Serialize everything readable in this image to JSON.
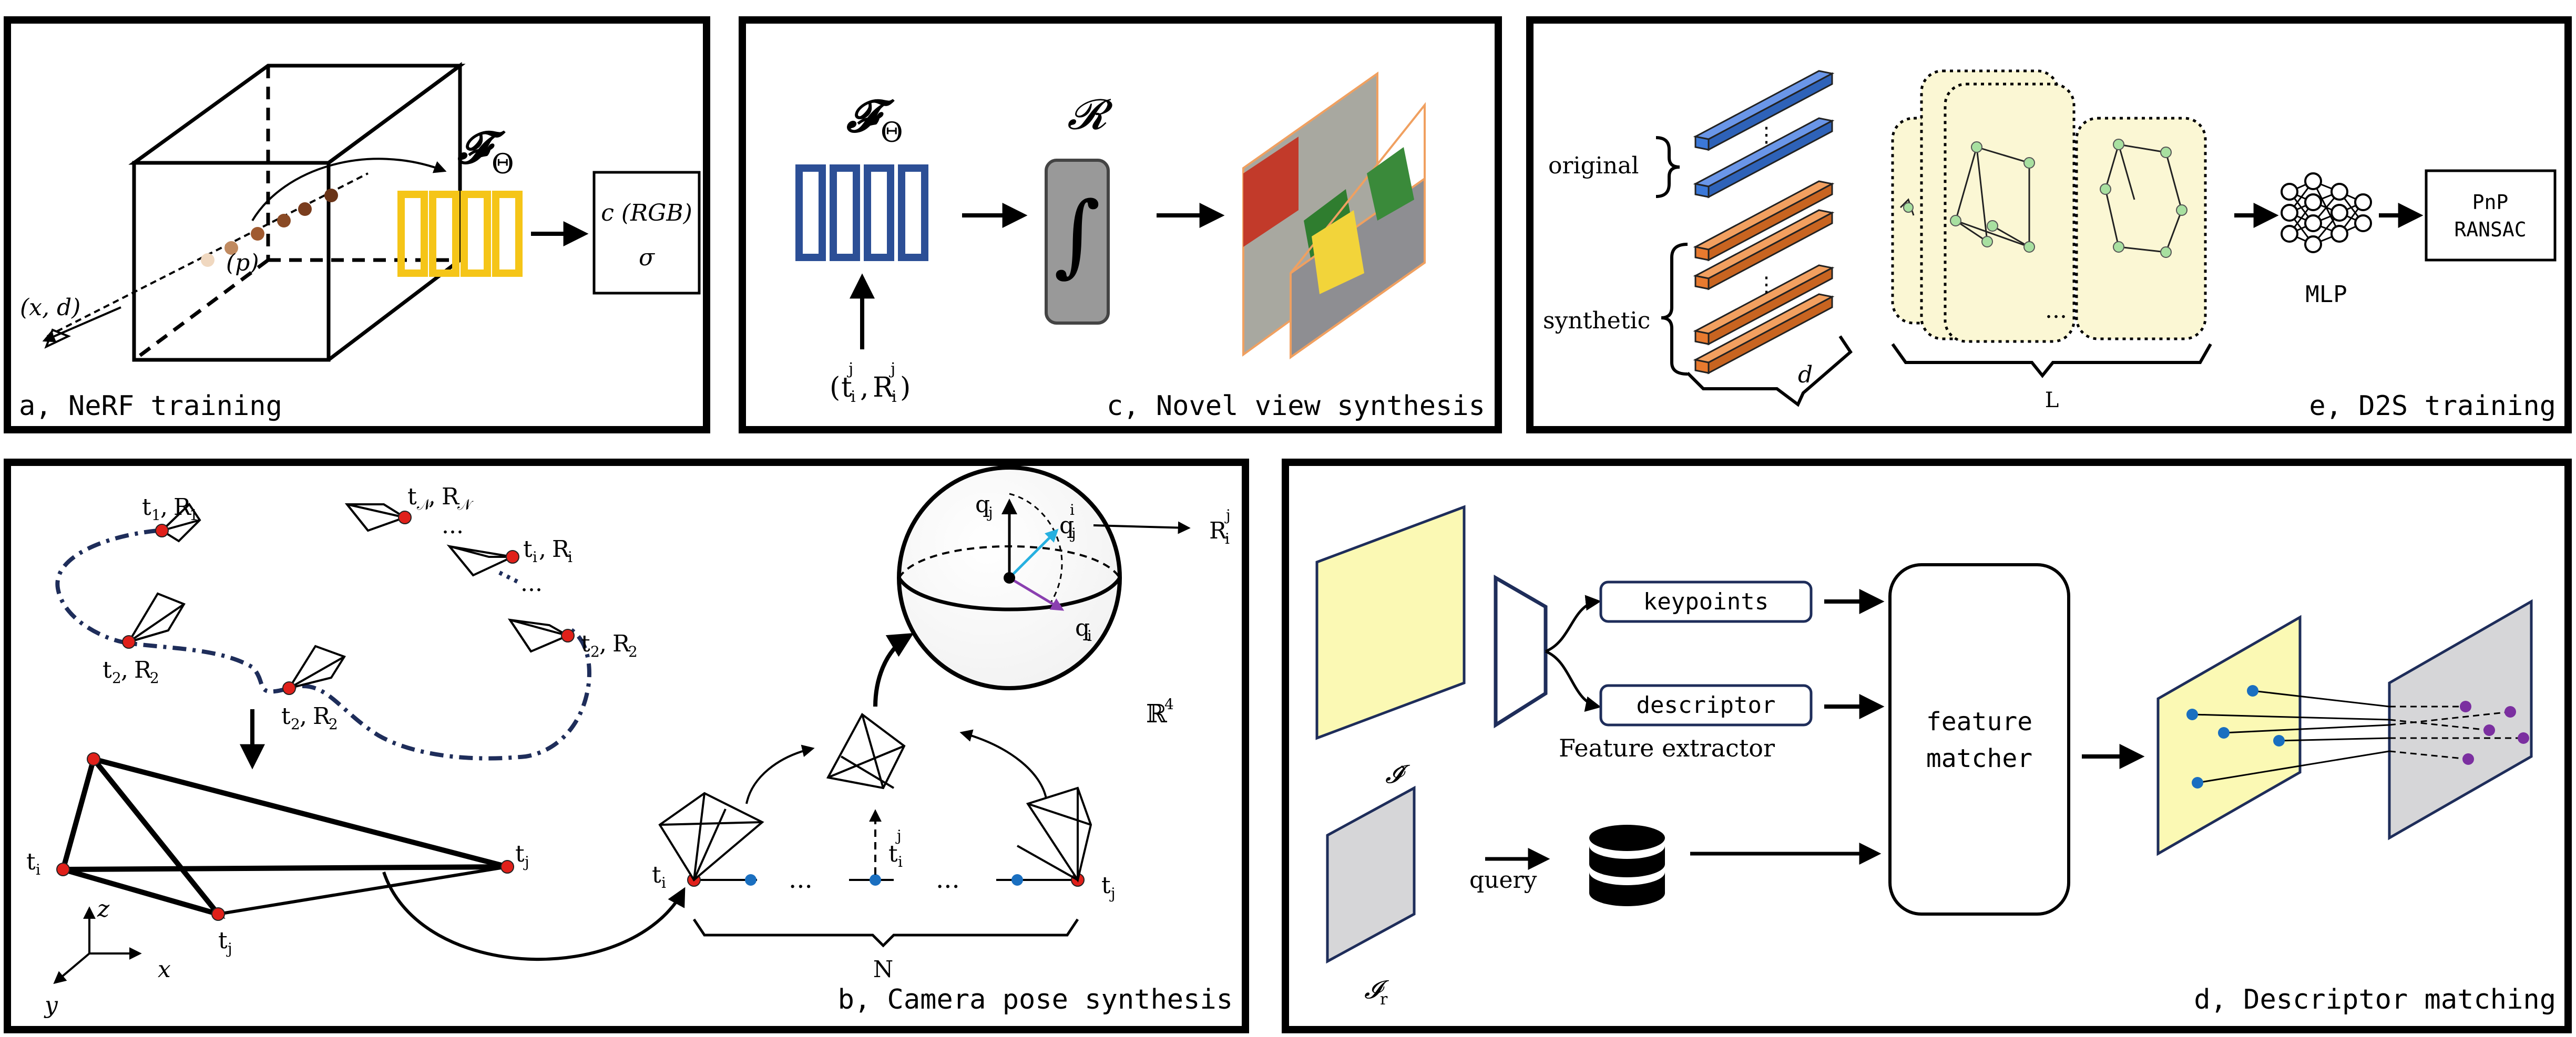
{
  "panels": {
    "a": {
      "caption": "a, NeRF training",
      "model_symbol": "𝓕",
      "model_sub": "Θ",
      "input_label": "(x, d)",
      "point_label": "(p)",
      "output_top": "c (RGB)",
      "output_bottom": "σ"
    },
    "c": {
      "caption": "c, Novel view synthesis",
      "model_symbol": "𝓕",
      "model_sub": "Θ",
      "renderer_symbol": "𝓡",
      "integral": "∫",
      "pose_open": "(",
      "pose_t": "t",
      "pose_i": "i",
      "pose_j": "j",
      "pose_comma": ",",
      "pose_R": "R",
      "pose_close": ")"
    },
    "e": {
      "caption": "e, D2S training",
      "original_label": "original",
      "synthetic_label": "synthetic",
      "d_label": "d",
      "l_label": "L",
      "dots": "⋮",
      "ellipsis": "...",
      "mlp_label": "MLP",
      "pnp_line1": "PnP",
      "pnp_line2": "RANSAC"
    },
    "b": {
      "caption": "b, Camera pose synthesis",
      "t": "t",
      "R": "R",
      "comma": ",",
      "sub_1": "1",
      "sub_2": "2",
      "sub_i": "i",
      "sub_j": "j",
      "sub_N": "𝒩",
      "q": "q",
      "hat_sym": "^",
      "r4_label": "ℝ",
      "r4_sup": "4",
      "n_label": "N",
      "ellipsis": "...",
      "axis_z": "z",
      "axis_x": "x",
      "axis_y": "y"
    },
    "d": {
      "caption": "d, Descriptor matching",
      "keypoints": "keypoints",
      "descriptor": "descriptor",
      "feature_extractor": "Feature extractor",
      "matcher_line1": "feature",
      "matcher_line2": "matcher",
      "query": "query",
      "img_hat": "𝓘̂",
      "img_r": "𝓘",
      "img_r_sub": "r"
    }
  },
  "colors": {
    "frame": "#000000",
    "nerf_mlp": "#f5c518",
    "mlp_blue": "#2c4f96",
    "renderer_gray": "#999999",
    "desc_blue": "#3b78d8",
    "desc_orange": "#e87a2f",
    "graph_card": "#fbf7d4",
    "graph_node": "#a8e0a0",
    "point_red": "#e0201a",
    "point_blue": "#1a6fc0",
    "point_purple": "#7b2fa0",
    "arrow_cyan": "#26b0e0",
    "arrow_purple": "#8a3fb0",
    "image_yellow": "#fbf9b4",
    "image_gray": "#d6d6d8",
    "curve_navy": "#1e2d5a",
    "photo_border": "#f0a060"
  }
}
